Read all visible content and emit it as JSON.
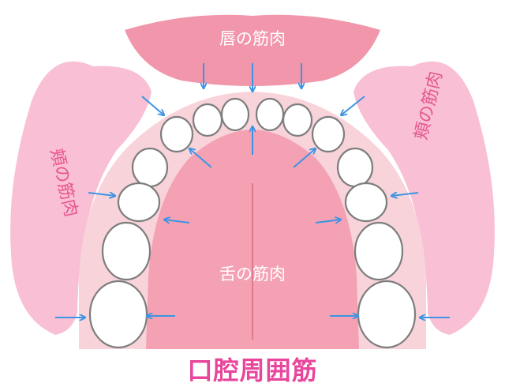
{
  "labels": {
    "lip": "唇の筋肉",
    "cheek_left": "頬の筋肉",
    "cheek_right": "頬の筋肉",
    "tongue": "舌の筋肉"
  },
  "title": "口腔周囲筋",
  "colors": {
    "lip": "#f196ab",
    "cheek": "#f9bfd5",
    "gum": "#f8d3da",
    "tongue": "#f4a2b3",
    "tongue_line": "#e0798f",
    "tooth_fill": "#ffffff",
    "tooth_stroke": "#7d7d7d",
    "arrow": "#3d94e4",
    "title": "#e8459c"
  }
}
